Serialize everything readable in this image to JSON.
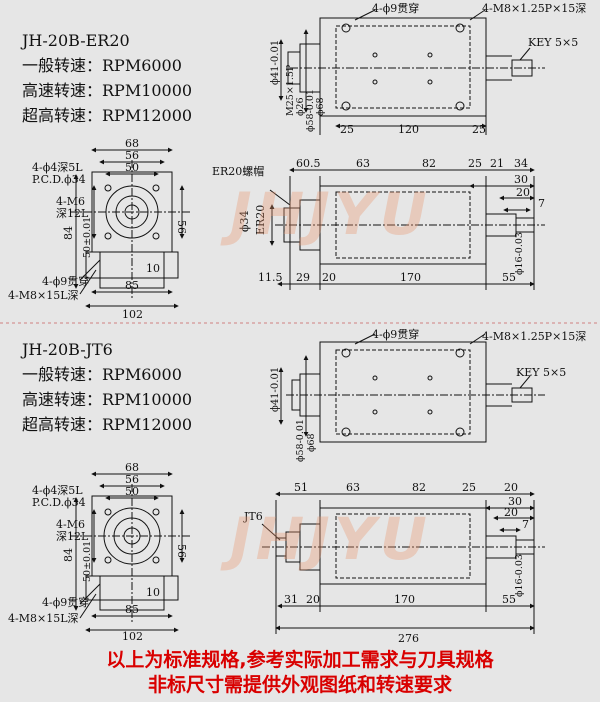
{
  "top": {
    "model": "JH-20B-ER20",
    "speeds": [
      "一般转速：RPM6000",
      "高速转速：RPM10000",
      "超高转速：RPM12000"
    ],
    "dims": {
      "thru_holes": "4-ϕ9贯穿",
      "tapped": "4-M8×1.25P×15深",
      "key": "KEY 5×5",
      "d41": "ϕ41-0.01",
      "m25": "M25×1.5P",
      "d26": "ϕ26",
      "d58": "ϕ58-0.01",
      "d68": "ϕ68",
      "w25a": "25",
      "w120": "120",
      "w25b": "25",
      "s68": "68",
      "s56": "56",
      "s50": "50",
      "s4phi4": "4-ϕ4深5L",
      "pcd": "P.C.D.ϕ34",
      "s4m6": "4-M6",
      "s12l": "深12L",
      "s84": "84",
      "s56v": "56",
      "s50v": "50±0.01",
      "s4phi9": "4-ϕ9贯穿",
      "s4m8": "4-M8×15L深",
      "s10": "10",
      "s85": "85",
      "s102": "102",
      "er20nut": "ER20螺帽",
      "d34": "ϕ34",
      "er20": "ER20",
      "l605": "60.5",
      "l63": "63",
      "l82": "82",
      "l25": "25",
      "l21": "21",
      "l34": "34",
      "l30": "30",
      "l20": "20",
      "l7": "7",
      "d16": "ϕ16-0.03",
      "l115": "11.5",
      "l29": "29",
      "l20b": "20",
      "l170": "170",
      "l55": "55"
    }
  },
  "bottom": {
    "model": "JH-20B-JT6",
    "speeds": [
      "一般转速：RPM6000",
      "高速转速：RPM10000",
      "超高转速：RPM12000"
    ],
    "dims": {
      "thru_holes": "4-ϕ9贯穿",
      "tapped": "4-M8×1.25P×15深",
      "key": "KEY 5×5",
      "d41": "ϕ41-0.01",
      "d58": "ϕ58-0.01",
      "d68": "ϕ68",
      "s68": "68",
      "s56": "56",
      "s50": "50",
      "s4phi4": "4-ϕ4深5L",
      "pcd": "P.C.D.ϕ34",
      "s4m6": "4-M6",
      "s12l": "深12L",
      "s84": "84",
      "s56v": "56",
      "s50v": "50±0.01",
      "s4phi9": "4-ϕ9贯穿",
      "s4m8": "4-M8×15L深",
      "s10": "10",
      "s85": "85",
      "s102": "102",
      "jt6": "JT6",
      "l51": "51",
      "l63": "63",
      "l82": "82",
      "l25": "25",
      "l20": "20",
      "l30": "30",
      "l20b": "20",
      "l7": "7",
      "d16": "ϕ16-0.03",
      "l31": "31",
      "l20c": "20",
      "l170": "170",
      "l55": "55",
      "l276": "276"
    }
  },
  "watermark": "JHJYU",
  "footer": [
    "以上为标准规格,参考实际加工需求与刀具规格",
    "非标尺寸需提供外观图纸和转速要求"
  ],
  "colors": {
    "footer": "#d90000",
    "divider": "#d08080",
    "watermark": "#e8966e"
  }
}
